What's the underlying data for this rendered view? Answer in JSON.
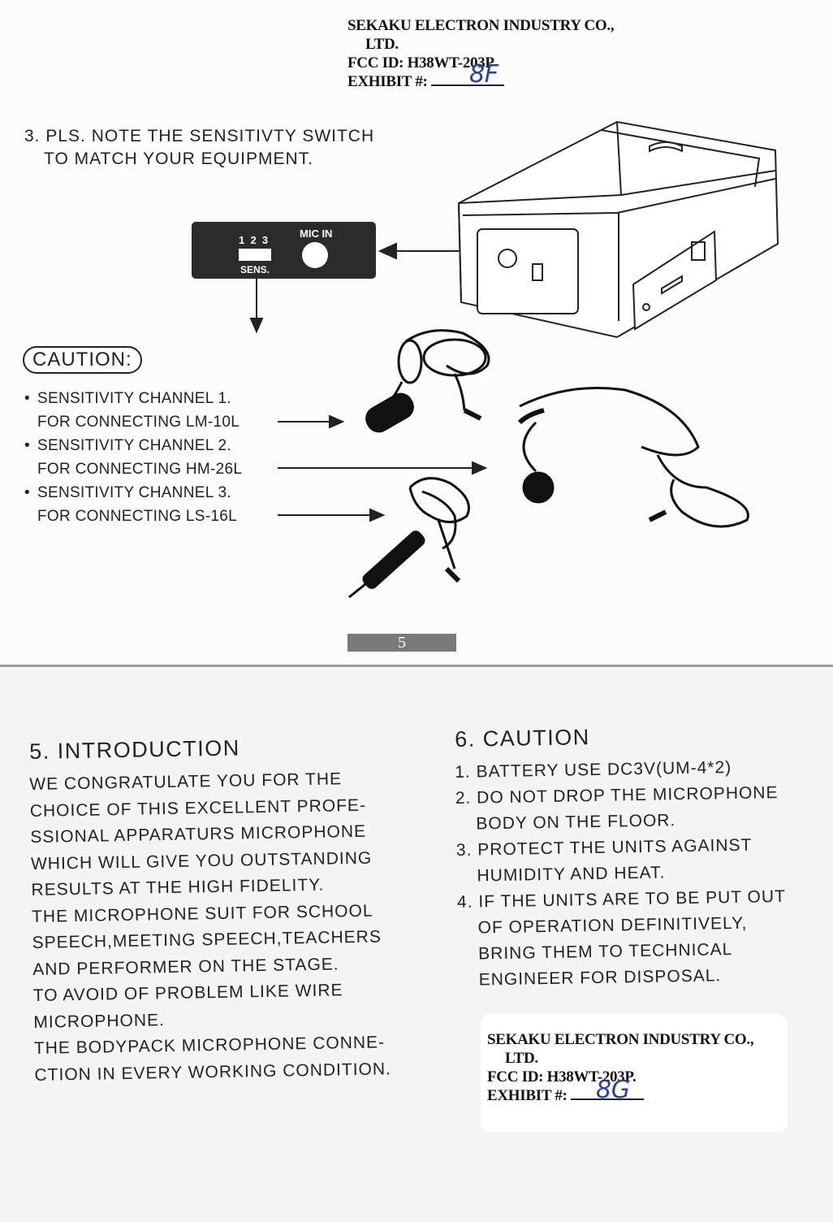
{
  "exhibit_top": {
    "company": "SEKAKU ELECTRON INDUSTRY CO.,",
    "company_suffix": "LTD.",
    "fcc_id": "FCC ID: H38WT-203P",
    "exhibit_label": "EXHIBIT #:",
    "exhibit_number": "8F"
  },
  "note": {
    "line1": "3. PLS. NOTE THE SENSITIVTY SWITCH",
    "line2": "TO MATCH YOUR EQUIPMENT."
  },
  "panel": {
    "channels": "1  2  3",
    "mic_in": "MIC IN",
    "sens": "SENS."
  },
  "caution_label": "CAUTION:",
  "sensitivity": [
    {
      "channel": "SENSITIVITY CHANNEL 1.",
      "connect": "FOR CONNECTING LM-10L"
    },
    {
      "channel": "SENSITIVITY CHANNEL 2.",
      "connect": "FOR CONNECTING HM-26L"
    },
    {
      "channel": "SENSITIVITY CHANNEL 3.",
      "connect": "FOR CONNECTING LS-16L"
    }
  ],
  "page_number": "5",
  "introduction": {
    "title": "5. INTRODUCTION",
    "lines": [
      "WE CONGRATULATE YOU FOR THE",
      "CHOICE OF THIS EXCELLENT PROFE-",
      "SSIONAL APPARATURS MICROPHONE",
      "WHICH WILL GIVE YOU OUTSTANDING",
      "RESULTS AT THE HIGH FIDELITY.",
      "THE MICROPHONE SUIT FOR SCHOOL",
      "SPEECH,MEETING SPEECH,TEACHERS",
      "AND PERFORMER ON THE STAGE.",
      "TO AVOID OF PROBLEM LIKE WIRE",
      "MICROPHONE.",
      "THE BODYPACK MICROPHONE CONNE-",
      "CTION IN EVERY WORKING CONDITION."
    ]
  },
  "caution_section": {
    "title": "6. CAUTION",
    "items": [
      {
        "first": "1. BATTERY USE DC3V(UM-4*2)",
        "rest": []
      },
      {
        "first": "2. DO NOT DROP THE MICROPHONE",
        "rest": [
          "BODY ON THE FLOOR."
        ]
      },
      {
        "first": "3. PROTECT THE UNITS AGAINST",
        "rest": [
          "HUMIDITY AND HEAT."
        ]
      },
      {
        "first": "4. IF THE UNITS ARE TO BE PUT OUT",
        "rest": [
          "OF OPERATION DEFINITIVELY,",
          "BRING THEM TO TECHNICAL",
          "ENGINEER FOR DISPOSAL."
        ]
      }
    ]
  },
  "exhibit_bottom": {
    "company": "SEKAKU ELECTRON INDUSTRY CO.,",
    "company_suffix": "LTD.",
    "fcc_id": "FCC ID: H38WT-203P.",
    "exhibit_label": "EXHIBIT #:",
    "exhibit_number": "8G"
  }
}
